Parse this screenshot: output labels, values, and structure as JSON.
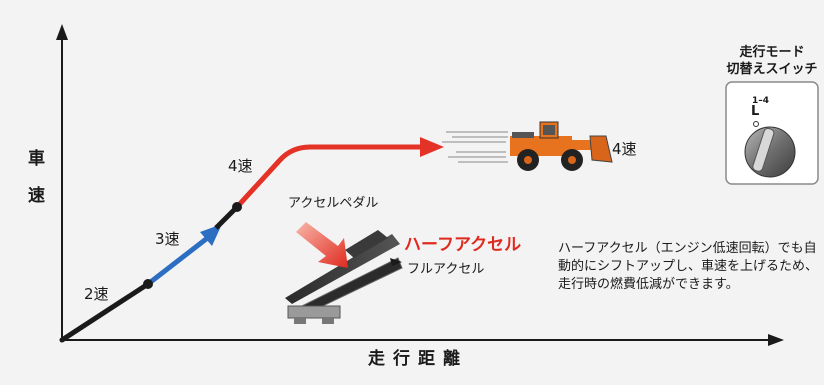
{
  "diagram": {
    "axis_y_label_chars": [
      "車",
      "速"
    ],
    "axis_x_label": "走行距離",
    "gears": {
      "g2": "2速",
      "g3": "3速",
      "g4_curve": "4速",
      "g4_machine": "4速"
    },
    "switch": {
      "title_line1": "走行モード",
      "title_line2": "切替えスイッチ",
      "dial_top": "1–4",
      "dial_letter": "L"
    },
    "pedal": {
      "accelerator_label": "アクセルペダル",
      "half_label": "ハーフアクセル",
      "full_label": "フルアクセル"
    },
    "description": "ハーフアクセル（エンジン低速回転）でも自動的にシフトアップし、車速を上げるため、走行時の燃費低減ができます。",
    "colors": {
      "line_black": "#1a1a1a",
      "line_blue": "#2c6fc2",
      "line_red": "#e43226",
      "accent_red": "#e02a1f",
      "machine_orange": "#e8731e",
      "background": "#f3f3f3"
    }
  }
}
